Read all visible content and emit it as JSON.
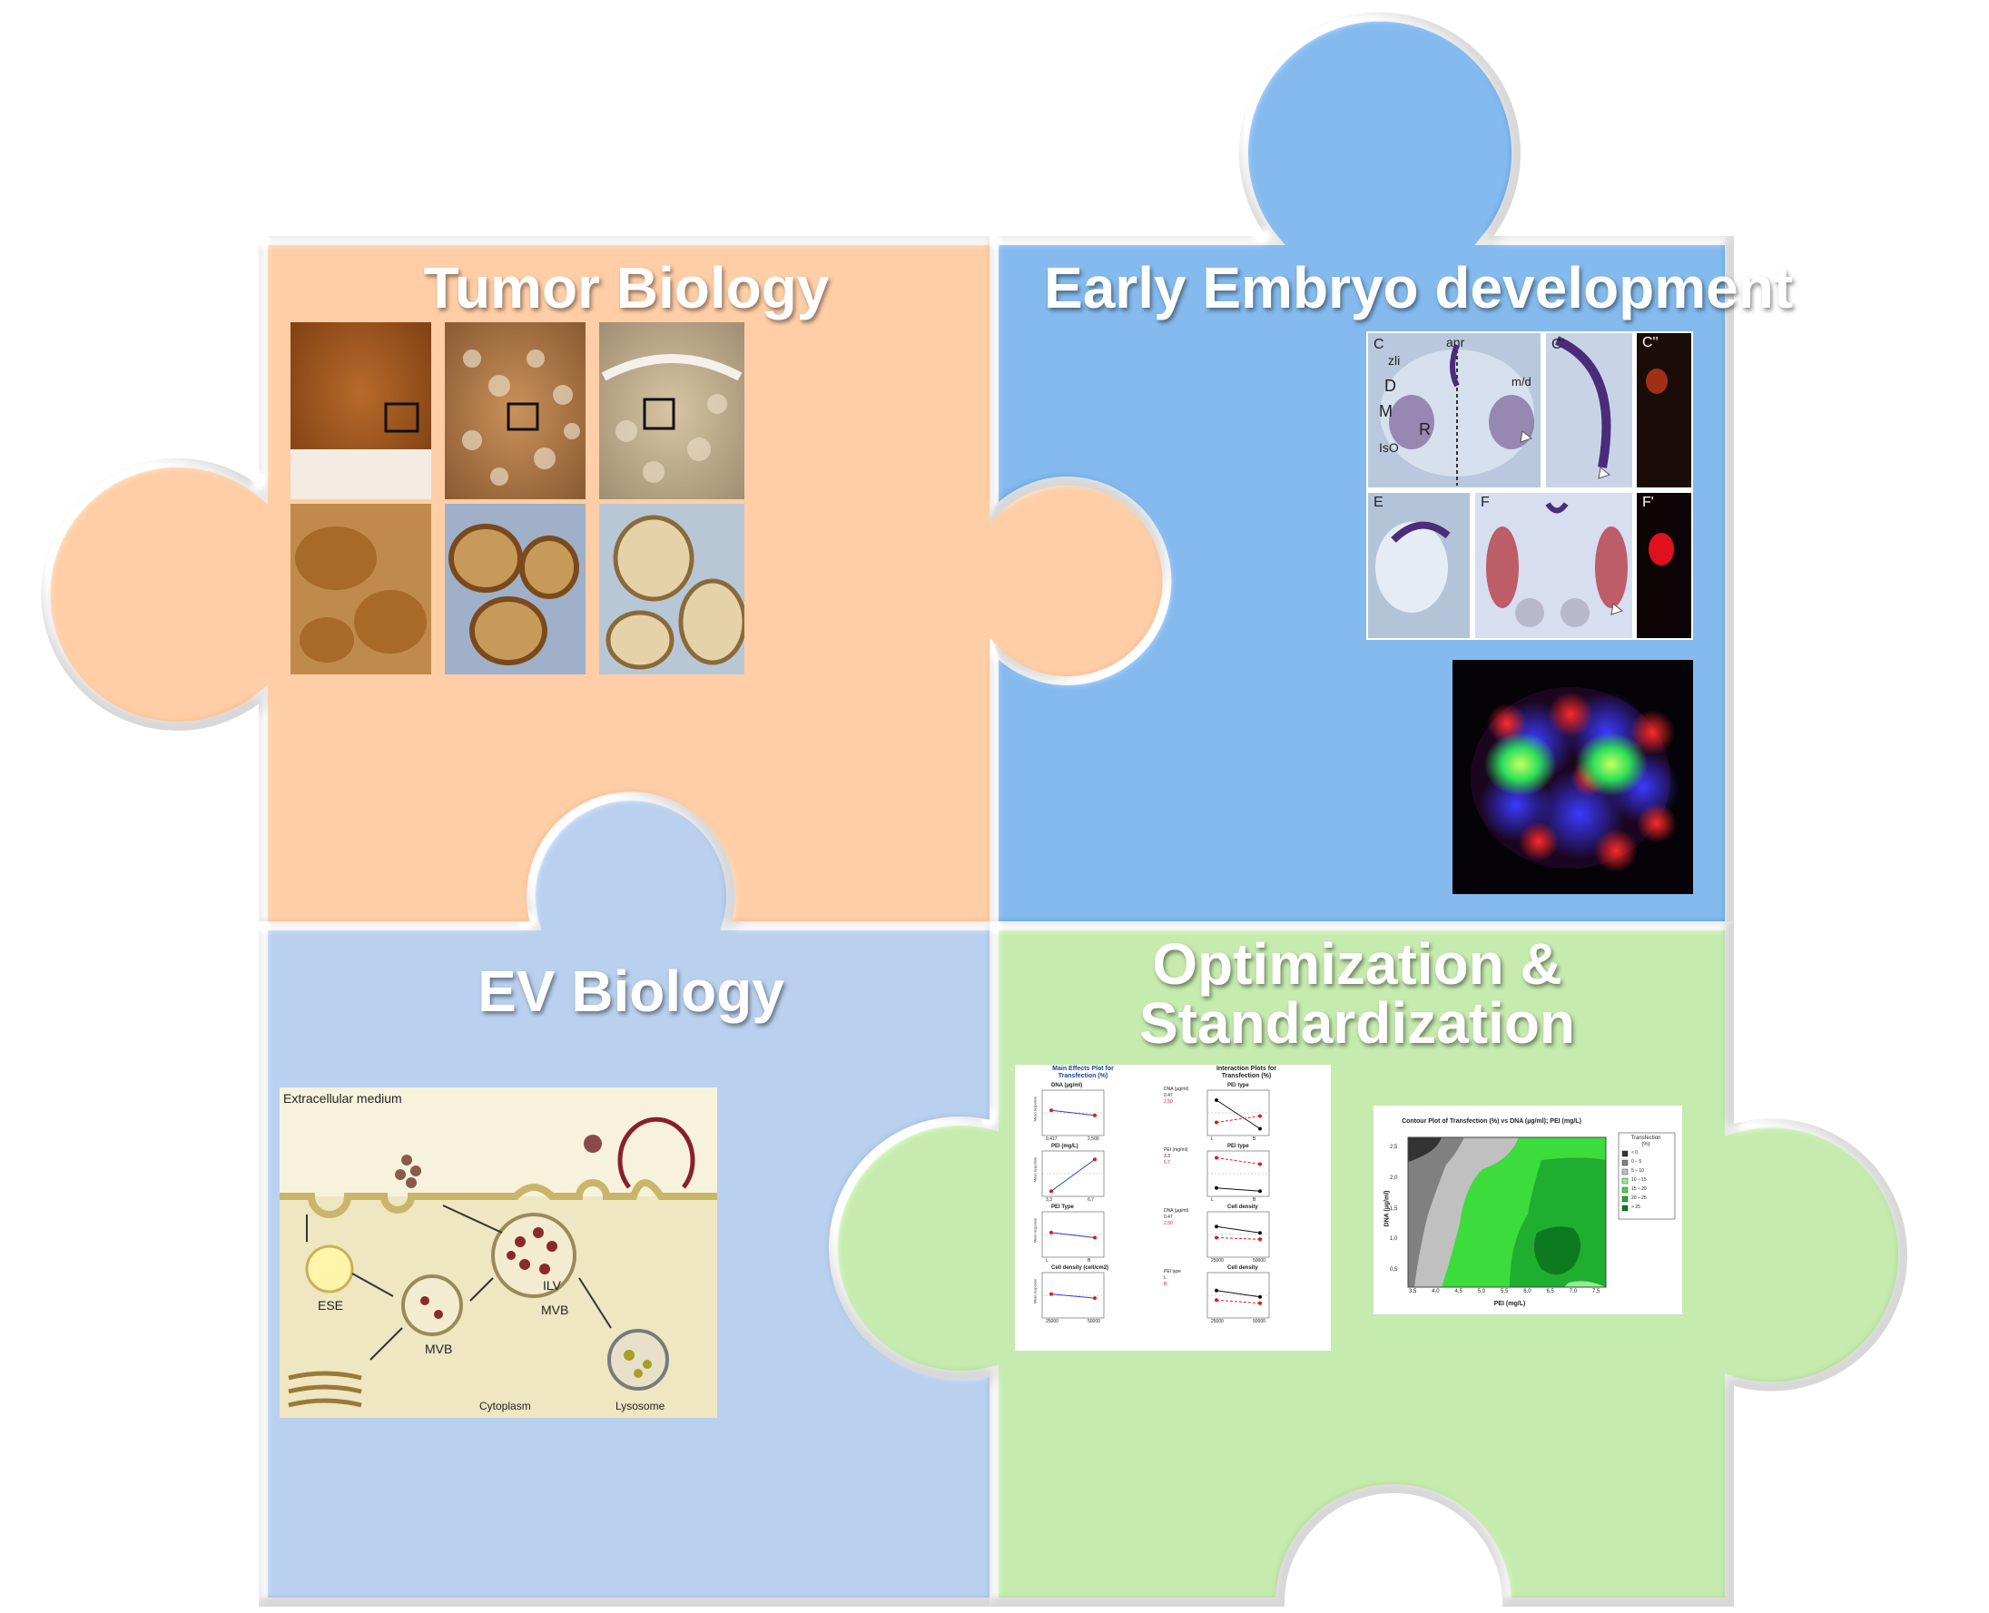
{
  "pieces": {
    "tumor": {
      "title": "Tumor Biology",
      "color": "#fbbb8c"
    },
    "embryo": {
      "title": "Early Embryo development",
      "color": "#5ea4df"
    },
    "ev": {
      "title": "EV Biology",
      "color": "#a3bde0"
    },
    "optimization": {
      "title_line1": "Optimization &",
      "title_line2": "Standardization",
      "color": "#b2db97"
    }
  },
  "embryo_panel": {
    "labels": {
      "C": "C",
      "zli": "zli",
      "anr": "anr",
      "md": "m/d",
      "D": "D",
      "M": "M",
      "R": "R",
      "IsO": "IsO",
      "C2": "C'",
      "C3": "C''",
      "E": "E",
      "F": "F",
      "F2": "F'"
    }
  },
  "ev_diagram": {
    "extracellular": "Extracellular medium",
    "ese": "ESE",
    "mvb1": "MVB",
    "mvb2": "MVB",
    "ilv": "ILV",
    "cytoplasm": "Cytoplasm",
    "lysosome": "Lysosome"
  },
  "main_effects_plot": {
    "title_line1": "Main Effects Plot for",
    "title_line2": "Transfection (%)",
    "subplots": [
      {
        "title": "DNA (µg/ml)",
        "x_labels": [
          "0,417",
          "2,500"
        ]
      },
      {
        "title": "PEI (mg/L)",
        "x_labels": [
          "3,3",
          "6,7"
        ]
      },
      {
        "title": "PEI Type",
        "x_labels": [
          "L",
          "B"
        ]
      },
      {
        "title": "Cell density (cell/cm2)",
        "x_labels": [
          "25000",
          "50000"
        ]
      }
    ],
    "y_label": "Mean response"
  },
  "interaction_plot": {
    "title_line1": "Interaction Plots for",
    "title_line2": "Transfection (%)",
    "subplots": [
      {
        "title": "PEI type",
        "legend_title": "DNA (µg/ml)",
        "legend": [
          "0.47",
          "2.50"
        ],
        "x_labels": [
          "L",
          "B"
        ]
      },
      {
        "title": "PEI type",
        "legend_title": "PEI (mg/ml)",
        "legend": [
          "3.3",
          "6.7"
        ],
        "x_labels": [
          "L",
          "B"
        ]
      },
      {
        "title": "Cell density",
        "legend_title": "DNA (µg/ml)",
        "legend": [
          "0.47",
          "2.50"
        ],
        "x_labels": [
          "25000",
          "50000"
        ]
      },
      {
        "title": "Cell density",
        "legend_title": "PEI type",
        "legend": [
          "L",
          "B"
        ],
        "x_labels": [
          "25000",
          "50000"
        ]
      }
    ]
  },
  "contour_plot": {
    "title": "Contour Plot of Transfection (%) vs DNA (µg/ml); PEI (mg/L)",
    "xlabel": "PEI (mg/L)",
    "ylabel": "DNA (µg/ml)",
    "x_ticks": [
      "3,5",
      "4,0",
      "4,5",
      "5,0",
      "5,5",
      "6,0",
      "6,5",
      "7,0",
      "7,5"
    ],
    "y_ticks": [
      "0,5",
      "1,0",
      "1,5",
      "2,0",
      "2,5"
    ],
    "legend_title_line1": "Transfection",
    "legend_title_line2": "(%)",
    "legend": [
      {
        "label": "<    0",
        "color": "#333333"
      },
      {
        "label": "0  –  5",
        "color": "#808080"
      },
      {
        "label": "5  –  10",
        "color": "#c0c0c0"
      },
      {
        "label": "10  –  15",
        "color": "#90ee90"
      },
      {
        "label": "15  –  20",
        "color": "#3cdc3c"
      },
      {
        "label": "20  –  25",
        "color": "#1fae2f"
      },
      {
        "label": ">  25",
        "color": "#0d7a1f"
      }
    ]
  },
  "chart_data": [
    {
      "type": "line",
      "title": "Main Effects Plot for Transfection (%)",
      "ylabel": "Mean response",
      "ylim": [
        6,
        18
      ],
      "panels": [
        {
          "name": "DNA (µg/ml)",
          "x": [
            "0,417",
            "2,500"
          ],
          "y": [
            12.8,
            11.2
          ]
        },
        {
          "name": "PEI (mg/L)",
          "x": [
            "3,3",
            "6,7"
          ],
          "y": [
            6.5,
            16.5
          ]
        },
        {
          "name": "PEI Type",
          "x": [
            "L",
            "B"
          ],
          "y": [
            12.6,
            11.0
          ]
        },
        {
          "name": "Cell density (cell/cm2)",
          "x": [
            "25000",
            "50000"
          ],
          "y": [
            12.4,
            11.1
          ]
        }
      ]
    },
    {
      "type": "line",
      "title": "Interaction Plots for Transfection (%)",
      "ylim": [
        6,
        18
      ],
      "panels": [
        {
          "name": "PEI type",
          "x": [
            "L",
            "B"
          ],
          "series": [
            {
              "name": "0.47",
              "values": [
                16.0,
                7.0
              ]
            },
            {
              "name": "2.50",
              "values": [
                9.0,
                11.0
              ]
            }
          ]
        },
        {
          "name": "PEI type",
          "x": [
            "L",
            "B"
          ],
          "series": [
            {
              "name": "3.3",
              "values": [
                7.5,
                6.5
              ]
            },
            {
              "name": "6.7",
              "values": [
                17.0,
                15.0
              ]
            }
          ]
        },
        {
          "name": "Cell density",
          "x": [
            "25000",
            "50000"
          ],
          "series": [
            {
              "name": "0.47",
              "values": [
                14.5,
                12.5
              ]
            },
            {
              "name": "2.50",
              "values": [
                11.0,
                10.5
              ]
            }
          ]
        },
        {
          "name": "Cell density",
          "x": [
            "25000",
            "50000"
          ],
          "series": [
            {
              "name": "L",
              "values": [
                13.5,
                11.5
              ]
            },
            {
              "name": "B",
              "values": [
                10.5,
                9.5
              ]
            }
          ]
        }
      ]
    }
  ]
}
